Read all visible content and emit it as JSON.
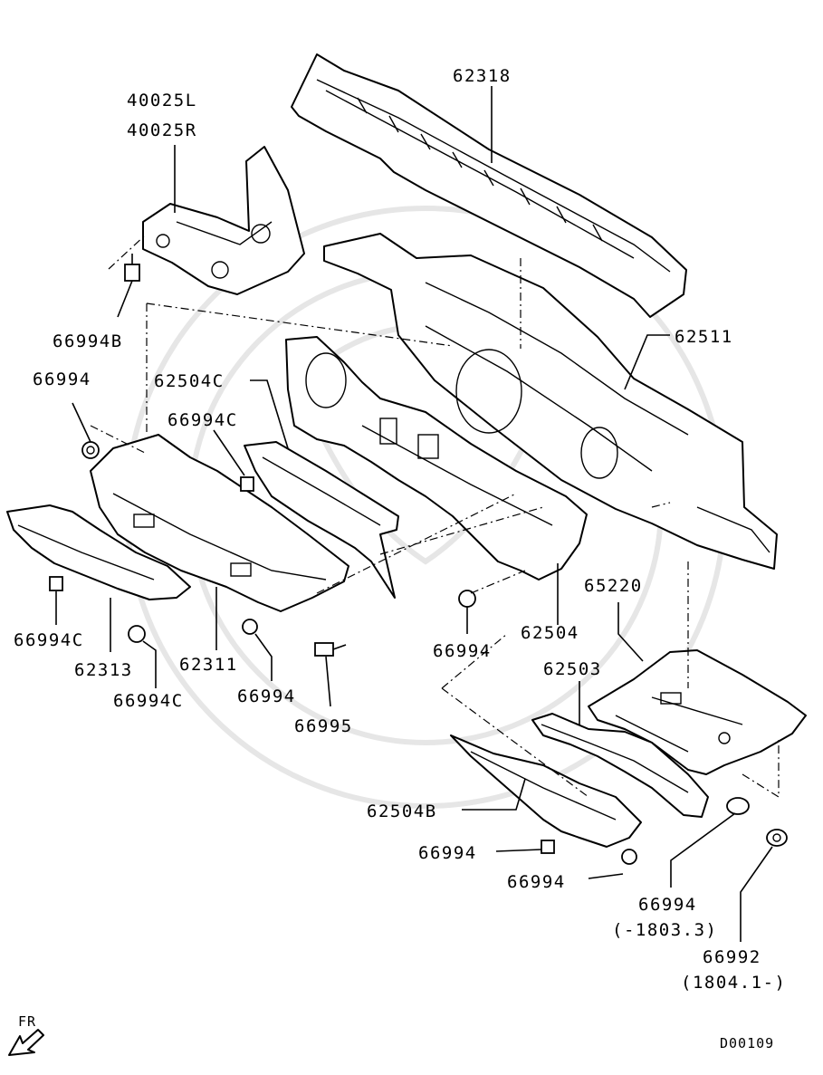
{
  "diagram_code": "D00109",
  "direction_indicator": "FR",
  "parts": [
    {
      "id": "p62318",
      "number": "62318"
    },
    {
      "id": "p40025L",
      "number": "40025L"
    },
    {
      "id": "p40025R",
      "number": "40025R"
    },
    {
      "id": "p66994B",
      "number": "66994B"
    },
    {
      "id": "p62511",
      "number": "62511"
    },
    {
      "id": "p66994_a",
      "number": "66994"
    },
    {
      "id": "p62504C",
      "number": "62504C"
    },
    {
      "id": "p66994C_a",
      "number": "66994C"
    },
    {
      "id": "p65220",
      "number": "65220"
    },
    {
      "id": "p66994C_b",
      "number": "66994C"
    },
    {
      "id": "p62313",
      "number": "62313"
    },
    {
      "id": "p62311",
      "number": "62311"
    },
    {
      "id": "p66994C_c",
      "number": "66994C"
    },
    {
      "id": "p66994_b",
      "number": "66994"
    },
    {
      "id": "p66995",
      "number": "66995"
    },
    {
      "id": "p66994_c",
      "number": "66994"
    },
    {
      "id": "p62504",
      "number": "62504"
    },
    {
      "id": "p62503",
      "number": "62503"
    },
    {
      "id": "p62504B",
      "number": "62504B"
    },
    {
      "id": "p66994_d",
      "number": "66994"
    },
    {
      "id": "p66994_e",
      "number": "66994"
    },
    {
      "id": "p66994_f",
      "number": "66994",
      "note": "(-1803.3)"
    },
    {
      "id": "p66992",
      "number": "66992",
      "note": "(1804.1-)"
    }
  ]
}
